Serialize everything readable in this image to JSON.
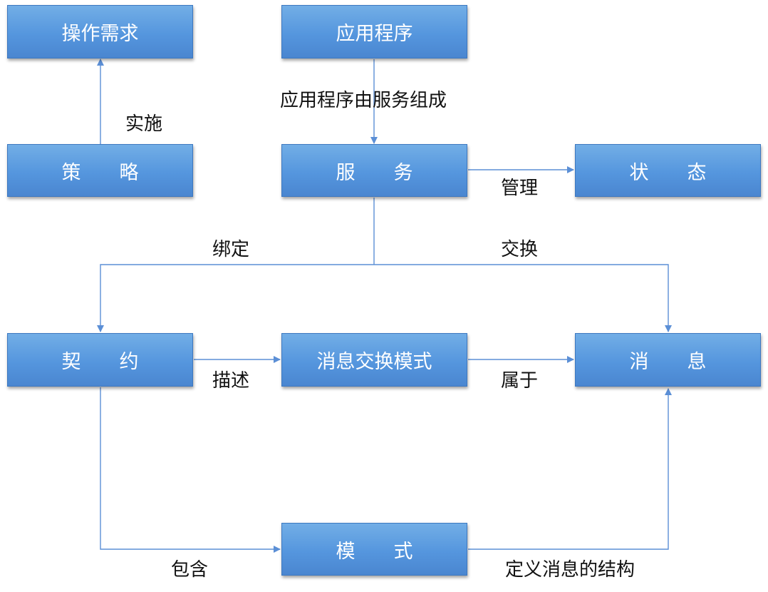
{
  "nodes": {
    "operation_req": "操作需求",
    "application": "应用程序",
    "policy": "策　　略",
    "service": "服　　务",
    "state": "状　　态",
    "contract": "契　　约",
    "mep": "消息交换模式",
    "message": "消　　息",
    "schema": "模　　式"
  },
  "edges": {
    "implements": "实施",
    "composed_of": "应用程序由服务组成",
    "manages": "管理",
    "binds": "绑定",
    "exchanges": "交换",
    "describes": "描述",
    "belongs_to": "属于",
    "contains": "包含",
    "defines_structure": "定义消息的结构"
  },
  "colors": {
    "box": "#5596de",
    "line": "#5b8fd6",
    "text": "#111111"
  }
}
